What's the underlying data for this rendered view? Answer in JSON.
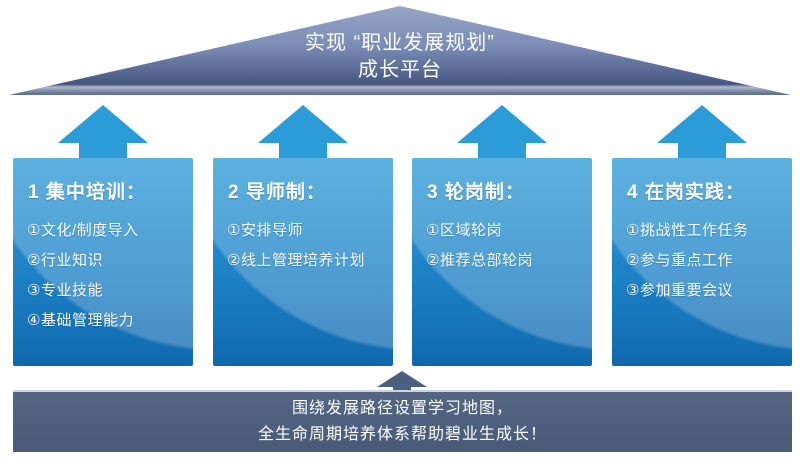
{
  "diagram": {
    "roof": {
      "line1": "实现 “职业发展规划”",
      "line2": "成长平台"
    },
    "columns": [
      {
        "number": "1",
        "title": "1 集中培训：",
        "items": [
          "①文化/制度导入",
          "②行业知识",
          "③专业技能",
          "④基础管理能力"
        ]
      },
      {
        "number": "2",
        "title": "2 导师制：",
        "items": [
          "①安排导师",
          "②线上管理培养计划"
        ]
      },
      {
        "number": "3",
        "title": "3 轮岗制：",
        "items": [
          "①区域轮岗",
          "②推荐总部轮岗"
        ]
      },
      {
        "number": "4",
        "title": "4 在岗实践：",
        "items": [
          "①挑战性工作任务",
          "②参与重点工作",
          "③参加重要会议"
        ]
      }
    ],
    "footer": {
      "line1": "围绕发展路径设置学习地图，",
      "line2": "全生命周期培养体系帮助碧业生成长！"
    },
    "icons": {
      "column_arrow": "up-arrow-icon",
      "footer_arrow": "small-up-arrow-icon"
    },
    "colors": {
      "roof_gradient_top": "#95a3c5",
      "roof_gradient_bottom": "#47577f",
      "roof_base_highlight": "#aeb7ca",
      "pillar_blue_light": "#3aa2da",
      "pillar_blue_dark": "#0f67ab",
      "arrow_blue": "#2b9cd8",
      "footer_bar": "#4d5f7e",
      "footer_top_border": "#c9d4e6",
      "text_white": "#ffffff"
    }
  }
}
